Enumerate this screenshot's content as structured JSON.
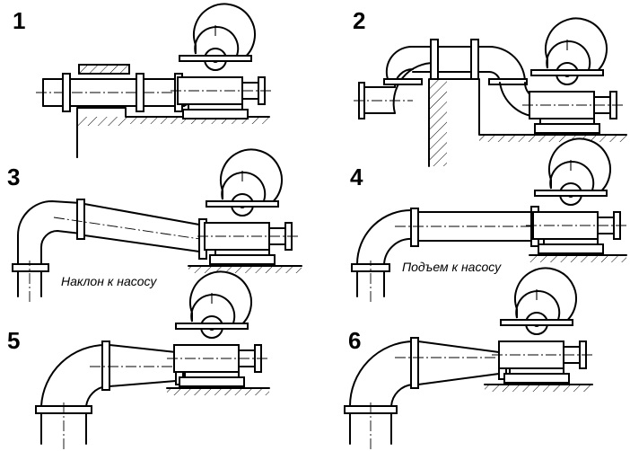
{
  "panels": [
    {
      "number": "1",
      "caption": ""
    },
    {
      "number": "2",
      "caption": ""
    },
    {
      "number": "3",
      "caption": "Наклон к насосу"
    },
    {
      "number": "4",
      "caption": "Подъем к насосу"
    },
    {
      "number": "5",
      "caption": ""
    },
    {
      "number": "6",
      "caption": ""
    }
  ]
}
